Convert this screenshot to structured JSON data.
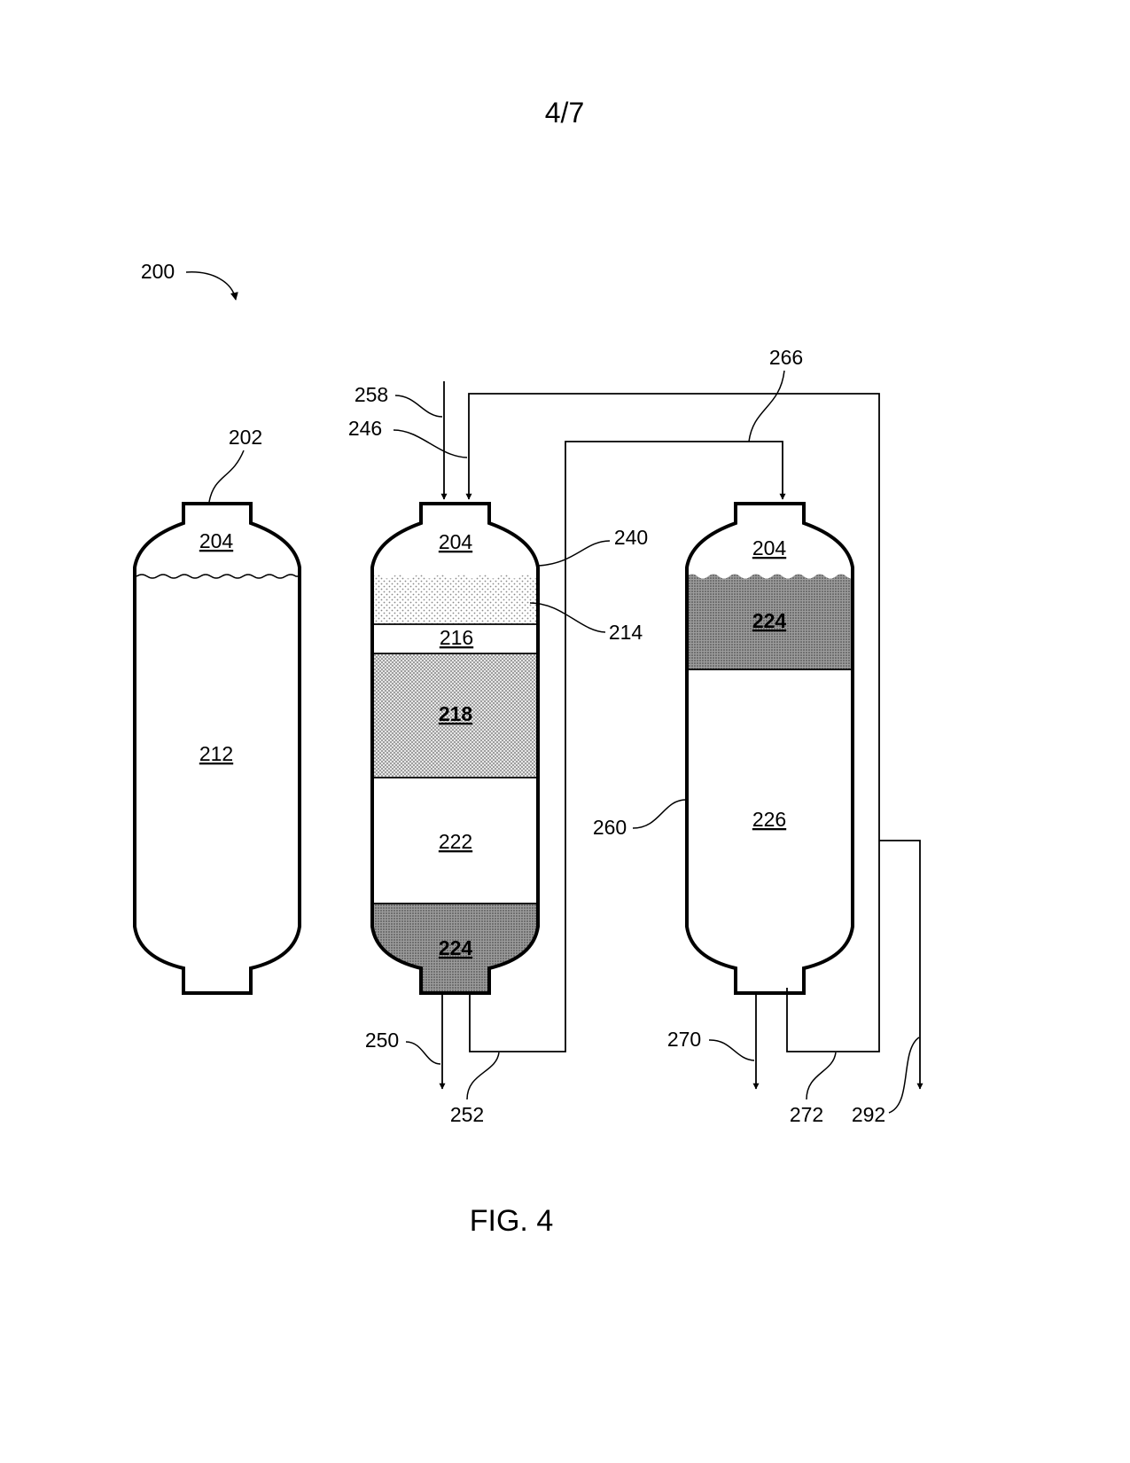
{
  "page_number": "4/7",
  "figure_caption": "FIG. 4",
  "labels": {
    "system": "200",
    "vessel_1": "202",
    "headspace": "204",
    "feed_mixture": "212",
    "top_layer": "214",
    "layer_216": "216",
    "layer_218": "218",
    "layer_222": "222",
    "heavy_layer": "224",
    "layer_226": "226",
    "vessel_2": "240",
    "feed_inlet": "246",
    "bottom_outlet": "250",
    "transfer_line": "252",
    "solvent_inlet": "258",
    "vessel_3": "260",
    "recycle_line": "266",
    "outlet_270": "270",
    "outlet_272": "272",
    "outlet_292": "292"
  },
  "colors": {
    "stroke": "#000000",
    "light_dots": "#9a9a9a",
    "medium_dots": "#7a7a7a",
    "dark_fill": "#8c8c8c"
  }
}
